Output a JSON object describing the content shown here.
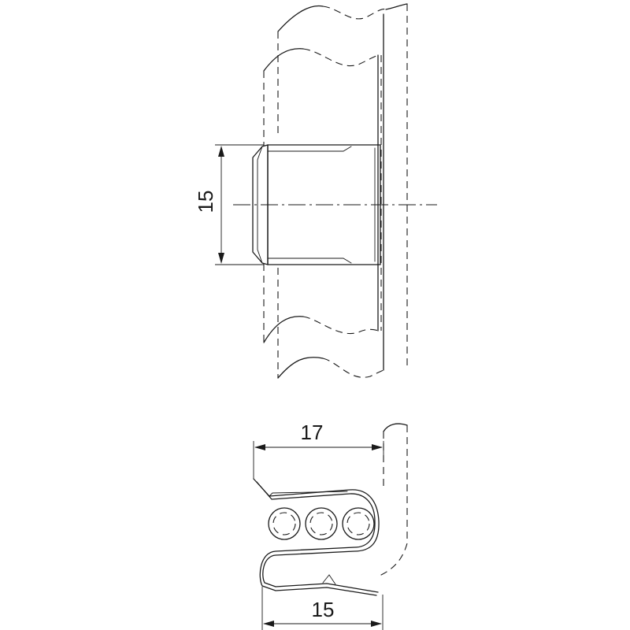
{
  "dimensions": {
    "front_height": "15",
    "side_width_top": "17",
    "side_width_bottom": "15"
  },
  "colors": {
    "line": "#1a1a1a",
    "background": "#ffffff"
  }
}
